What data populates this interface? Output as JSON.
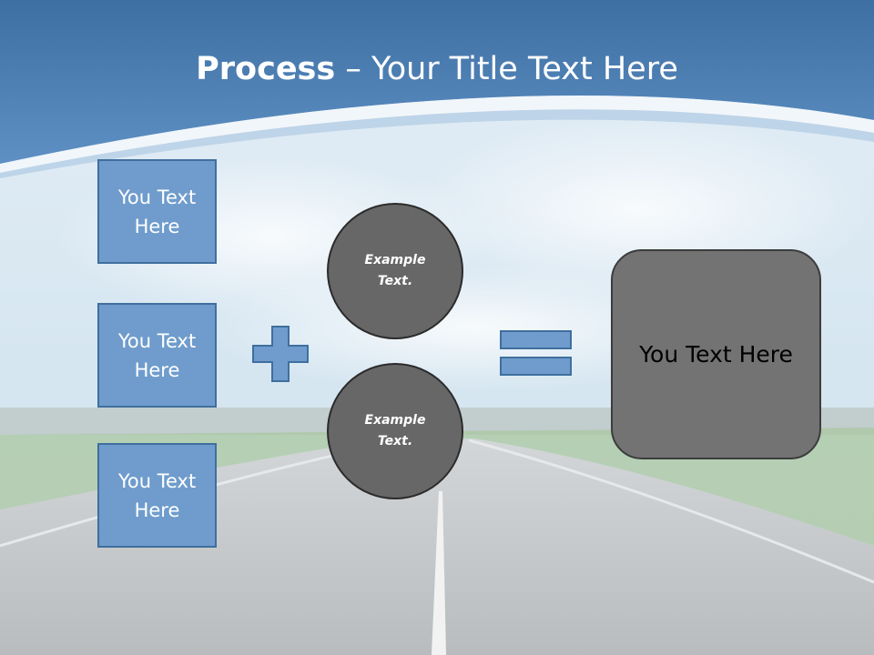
{
  "title": {
    "bold": "Process",
    "rest": " – Your Title Text Here"
  },
  "left_boxes": [
    {
      "label": "You Text Here"
    },
    {
      "label": "You Text Here"
    },
    {
      "label": "You Text Here"
    }
  ],
  "circles": [
    {
      "label": "Example Text."
    },
    {
      "label": "Example Text."
    }
  ],
  "result": {
    "label": "You Text Here"
  },
  "colors": {
    "box_fill": "#6f9ccc",
    "box_border": "#3f6f9e",
    "circle_fill": "#676767",
    "result_fill": "#737373",
    "header_blue": "#4f7fb6"
  },
  "icons": {
    "plus": "plus-icon",
    "equals": "equals-icon"
  }
}
